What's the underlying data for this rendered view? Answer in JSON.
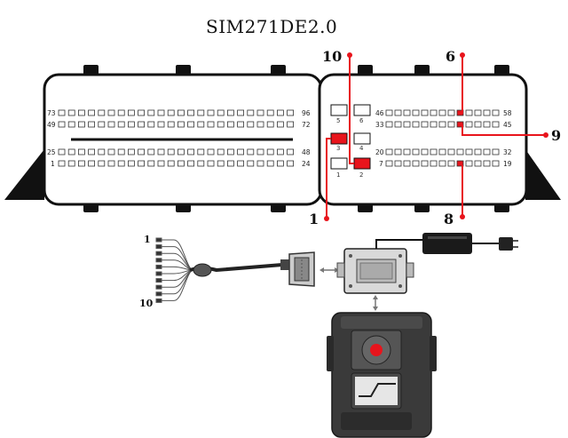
{
  "title": "SIM271DE2.0",
  "left_connector": {
    "row_labels": {
      "r1_left": "73",
      "r1_right": "96",
      "r2_left": "49",
      "r2_right": "72",
      "r3_left": "25",
      "r3_right": "48",
      "r4_left": "1",
      "r4_right": "24"
    }
  },
  "right_connector": {
    "big_pins": [
      "5",
      "6",
      "3",
      "4",
      "1",
      "2"
    ],
    "row_labels": {
      "r1_left": "46",
      "r1_right": "58",
      "r2_left": "33",
      "r2_right": "45",
      "r3_left": "20",
      "r3_right": "32",
      "r4_left": "7",
      "r4_right": "19"
    }
  },
  "callouts": {
    "c10": "10",
    "c6": "6",
    "c9": "9",
    "c1": "1",
    "c8": "8"
  },
  "cable": {
    "label_top": "1",
    "label_bottom": "10"
  },
  "colors": {
    "highlight": "#e8141c",
    "outline": "#111111",
    "device": "#3a3a3a"
  }
}
